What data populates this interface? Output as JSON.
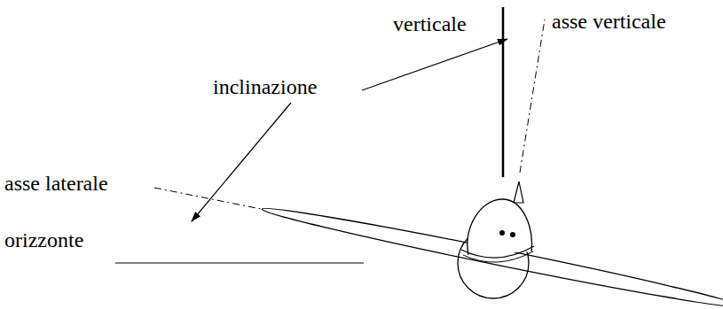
{
  "diagram": {
    "labels": [
      "verticale",
      "asse verticale",
      "inclinazione",
      "asse laterale",
      "orizzonte"
    ]
  }
}
